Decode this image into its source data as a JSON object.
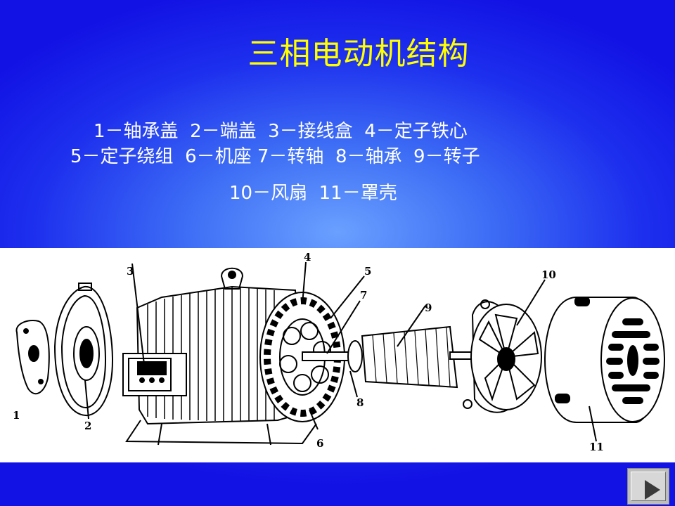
{
  "slide": {
    "title": "三相电动机结构",
    "legend_lines": [
      "1－轴承盖  2－端盖  3－接线盒  4－定子铁心",
      "5－定子绕组  6－机座 7－转轴  8－轴承  9－转子",
      "10－风扇  11－罩壳"
    ]
  },
  "diagram": {
    "part_numbers": [
      "1",
      "2",
      "3",
      "4",
      "5",
      "6",
      "7",
      "8",
      "9",
      "10",
      "11"
    ]
  },
  "colors": {
    "title": "#ffff00",
    "legend_text": "#ffffff",
    "background_center": "#6aa0ff",
    "background_edge": "#1212e4"
  },
  "nav": {
    "icon": "play-next-icon"
  }
}
